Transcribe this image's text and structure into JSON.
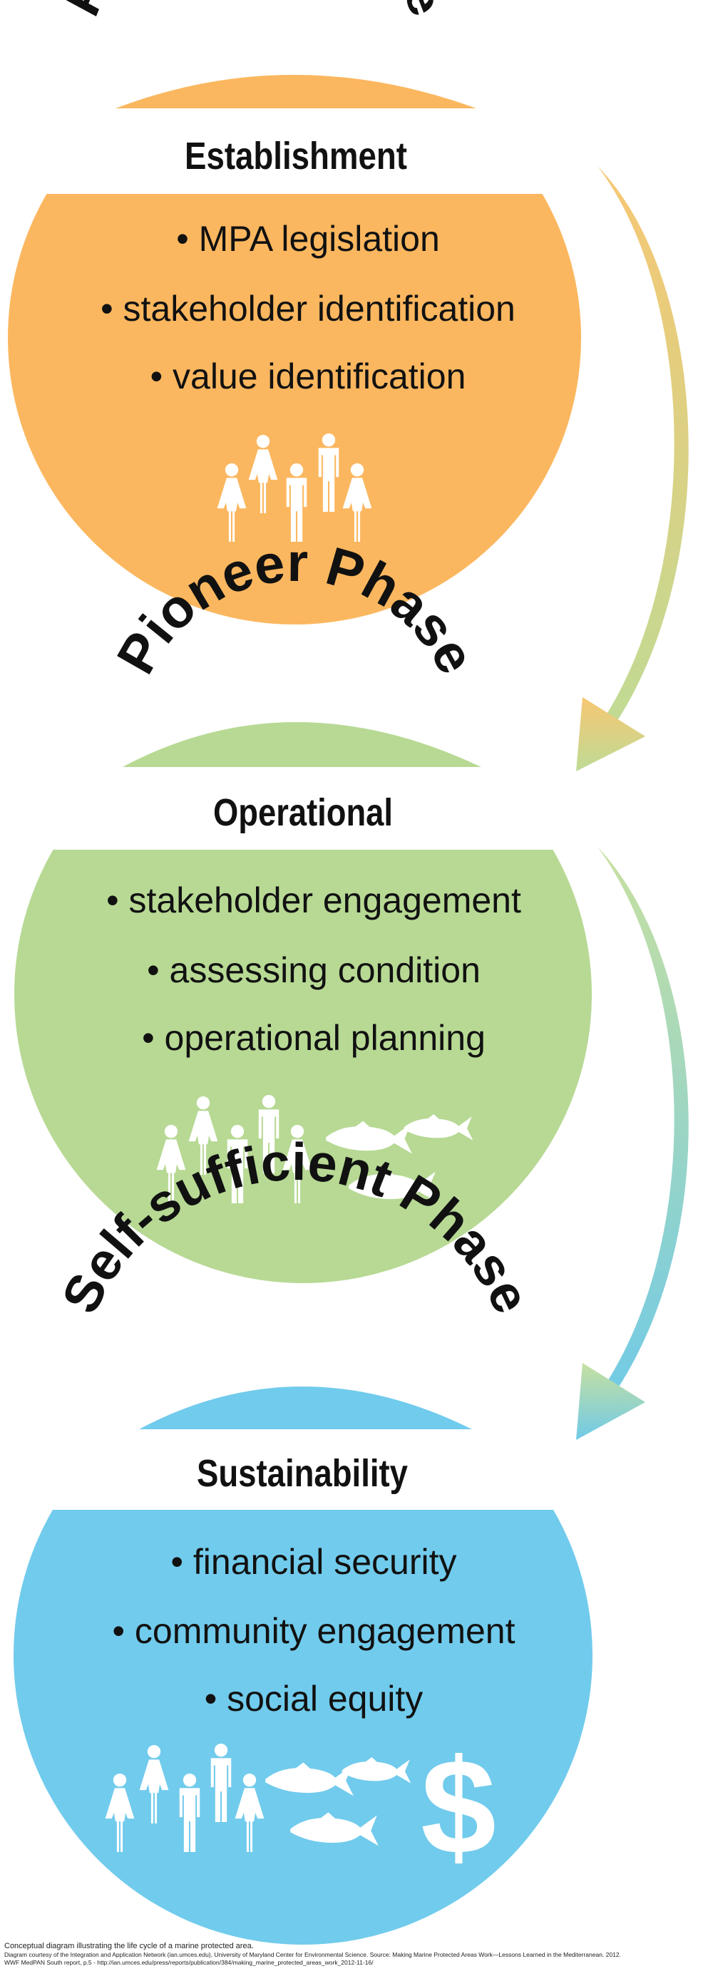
{
  "colors": {
    "orange": "#fbb75f",
    "green": "#b7d994",
    "blue": "#71cbec",
    "text": "#111111",
    "icon": "#ffffff",
    "arrow1_start": "#f7c773",
    "arrow1_end": "#bedb95",
    "arrow2_start": "#c7e0a0",
    "arrow2_end": "#6fcae8"
  },
  "phases": [
    {
      "title": "Preliminary Phase",
      "subtitle": "Establishment",
      "color_key": "orange",
      "bullets": [
        "• MPA legislation",
        "• stakeholder identification",
        "• value identification"
      ],
      "icons": [
        "person-icon",
        "person-icon",
        "person-icon",
        "person-icon",
        "person-icon"
      ]
    },
    {
      "title": "Pioneer Phase",
      "subtitle": "Operational",
      "color_key": "green",
      "bullets": [
        "• stakeholder engagement",
        "• assessing condition",
        "• operational planning"
      ],
      "icons": [
        "person-icon",
        "person-icon",
        "person-icon",
        "person-icon",
        "person-icon",
        "fish-icon",
        "fish-icon",
        "fish-icon"
      ]
    },
    {
      "title": "Self-sufficient Phase",
      "subtitle": "Sustainability",
      "color_key": "blue",
      "bullets": [
        "• financial security",
        "• community engagement",
        "• social equity"
      ],
      "icons": [
        "person-icon",
        "person-icon",
        "person-icon",
        "person-icon",
        "person-icon",
        "fish-icon",
        "fish-icon",
        "fish-icon",
        "dollar-icon"
      ]
    }
  ],
  "dollar_symbol": "$",
  "caption": {
    "line1": "Conceptual diagram illustrating the life cycle of a marine protected area.",
    "line2": "Diagram courtesy of the Integration and Application Network (ian.umces.edu), University of Maryland Center for Environmental Science. Source: Making Marine Protected Areas Work—Lessons Learned in the Mediterranean. 2012.",
    "line3": "WWF MedPAN South report, p.5 - http://ian.umces.edu/press/reports/publication/384/making_marine_protected_areas_work_2012-11-16/"
  }
}
